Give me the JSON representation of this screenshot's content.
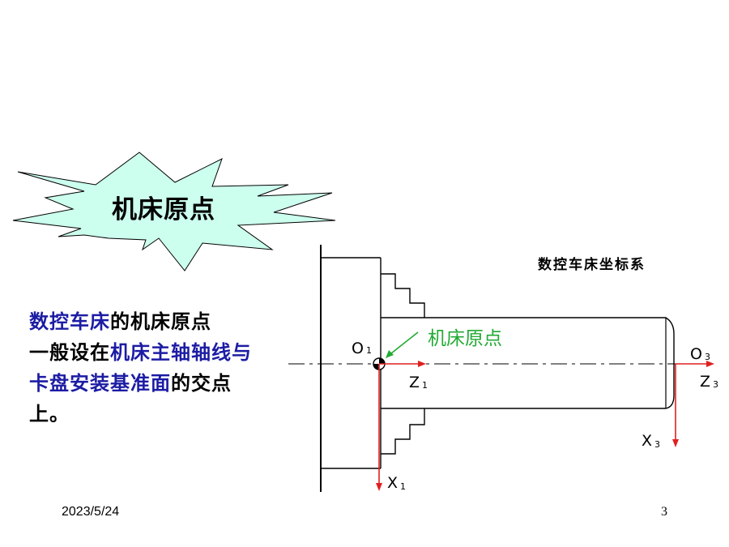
{
  "slide": {
    "burst_title": "机床原点",
    "body": {
      "p1": "数控车床",
      "p2": "的机床原点",
      "p3": "一般设在",
      "p4": "机床主轴轴线与卡盘安装基准面",
      "p5": "的交点上。"
    },
    "diagram": {
      "title": "数控车床坐标系",
      "origin_annotation": "机床原点",
      "labels": {
        "o1": "O",
        "o1_sub": "1",
        "z1": "Z",
        "z1_sub": "1",
        "x1": "X",
        "x1_sub": "1",
        "o3": "O",
        "o3_sub": "3",
        "z3": "Z",
        "z3_sub": "3",
        "x3": "X",
        "x3_sub": "3"
      }
    },
    "footer": {
      "date": "2023/5/24",
      "page": "3"
    },
    "colors": {
      "burst_fill": "#ccffee",
      "body_highlight": "#1c1ca4",
      "annotation_green": "#22aa33",
      "axis_red": "#e02020"
    }
  }
}
